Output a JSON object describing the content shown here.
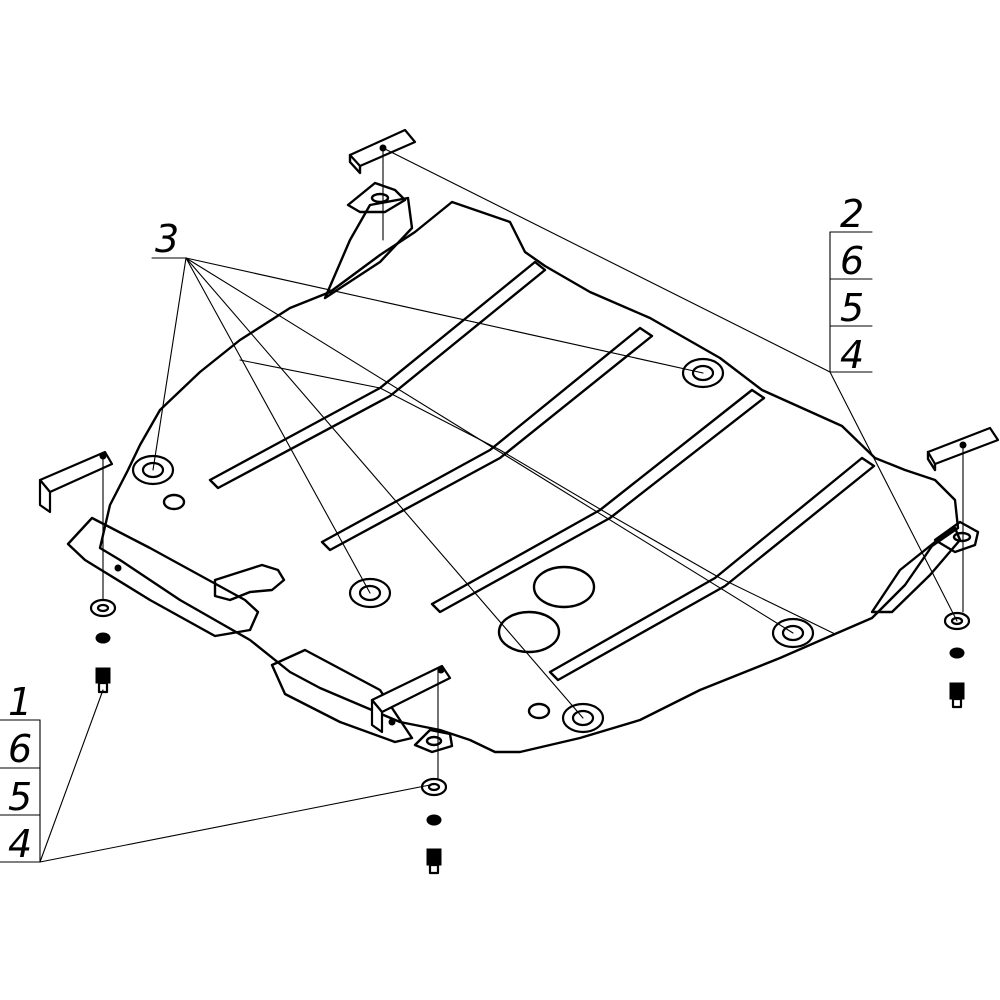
{
  "callouts": {
    "top_group": {
      "label": "3"
    },
    "right_stack": {
      "labels": [
        "2",
        "6",
        "5",
        "4"
      ]
    },
    "left_stack": {
      "labels": [
        "1",
        "6",
        "5",
        "4"
      ]
    }
  },
  "colors": {
    "line": "#000000",
    "background": "#ffffff"
  }
}
